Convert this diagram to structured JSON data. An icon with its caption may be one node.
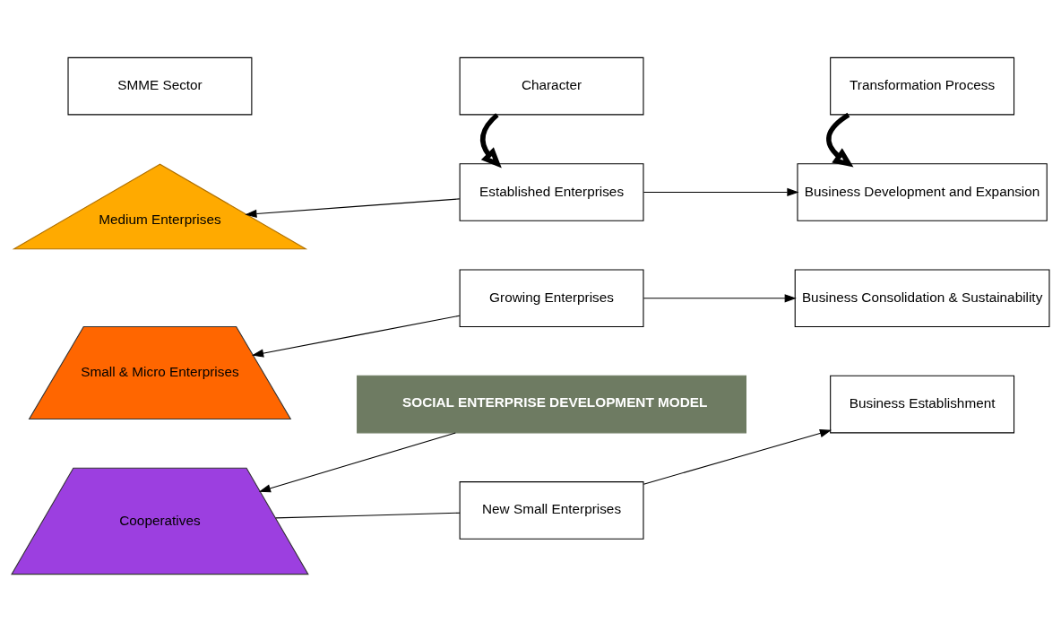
{
  "diagram": {
    "nodes": [
      {
        "text": [
          "SMME Sector"
        ]
      },
      {
        "text": [
          "Character"
        ]
      },
      {
        "text": [
          "Transformation Process"
        ]
      },
      {
        "text": [
          "Medium Enterprises"
        ]
      },
      {
        "text": [
          "Small & Micro Enterprises"
        ]
      },
      {
        "text": [
          "Cooperatives"
        ]
      },
      {
        "text": [
          "Established Enterprises"
        ]
      },
      {
        "text": [
          "Business Development and Expansion"
        ]
      },
      {
        "text": [
          "Growing Enterprises"
        ]
      },
      {
        "text": [
          "Business Consolidation & Sustainability"
        ]
      },
      {
        "text": [
          "SOCIAL ENTERPRISE DEVELOPMENT MODEL"
        ]
      },
      {
        "text": [
          "New Small Enterprises"
        ]
      },
      {
        "text": [
          "Business Establishment"
        ]
      }
    ],
    "edges": [
      {
        "from": 1,
        "to": 6,
        "arrow": "to",
        "style": "thick"
      },
      {
        "from": 2,
        "to": 7,
        "arrow": "to",
        "style": "thick"
      },
      {
        "from": 6,
        "to": 3,
        "arrow": "to"
      },
      {
        "from": 6,
        "to": 7,
        "arrow": "to"
      },
      {
        "from": 8,
        "to": 4,
        "arrow": "to"
      },
      {
        "from": 8,
        "to": 9,
        "arrow": "to"
      },
      {
        "from": 10,
        "to": 5,
        "arrow": "to"
      },
      {
        "from": 11,
        "to": 5,
        "arrow": "none"
      },
      {
        "from": 11,
        "to": 12,
        "arrow": "to"
      }
    ]
  }
}
